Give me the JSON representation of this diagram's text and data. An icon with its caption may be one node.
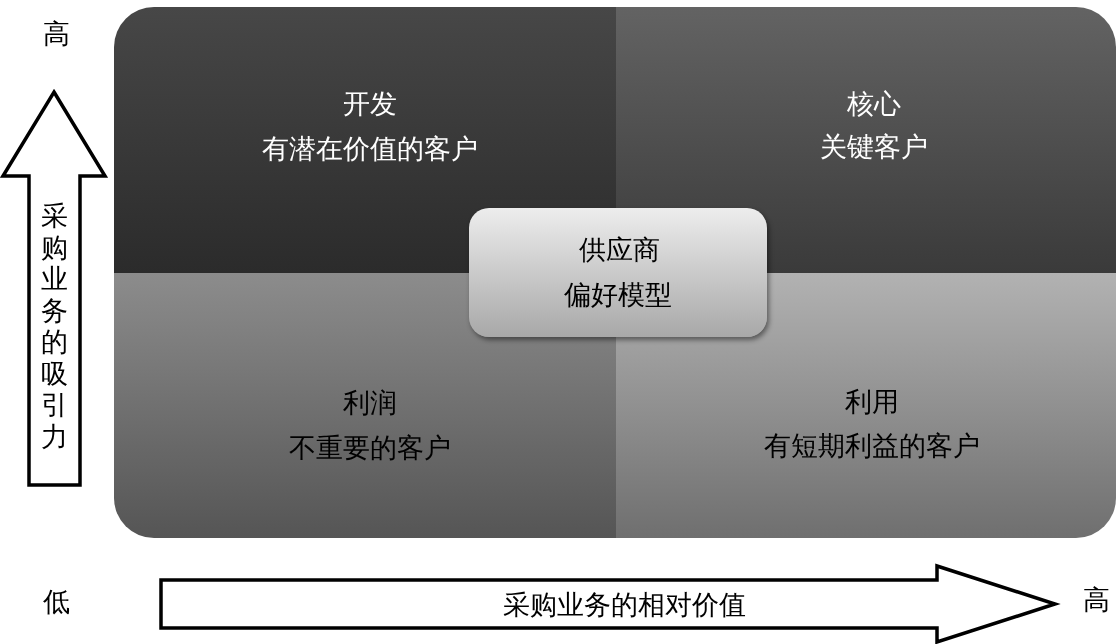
{
  "diagram": {
    "nodes": [
      {
        "text": [
          "开发",
          "有潜在价值的客户"
        ]
      },
      {
        "text": [
          "核心",
          "关键客户"
        ]
      },
      {
        "text": [
          "供应商偏好模型"
        ]
      },
      {
        "text": [
          "利润",
          "不重要的客户"
        ]
      },
      {
        "text": [
          "利用",
          "有短期利益的客户"
        ]
      }
    ],
    "labels": [
      "高",
      "采购业务的吸引力",
      "低",
      "采购业务的相对价值",
      "高"
    ]
  }
}
